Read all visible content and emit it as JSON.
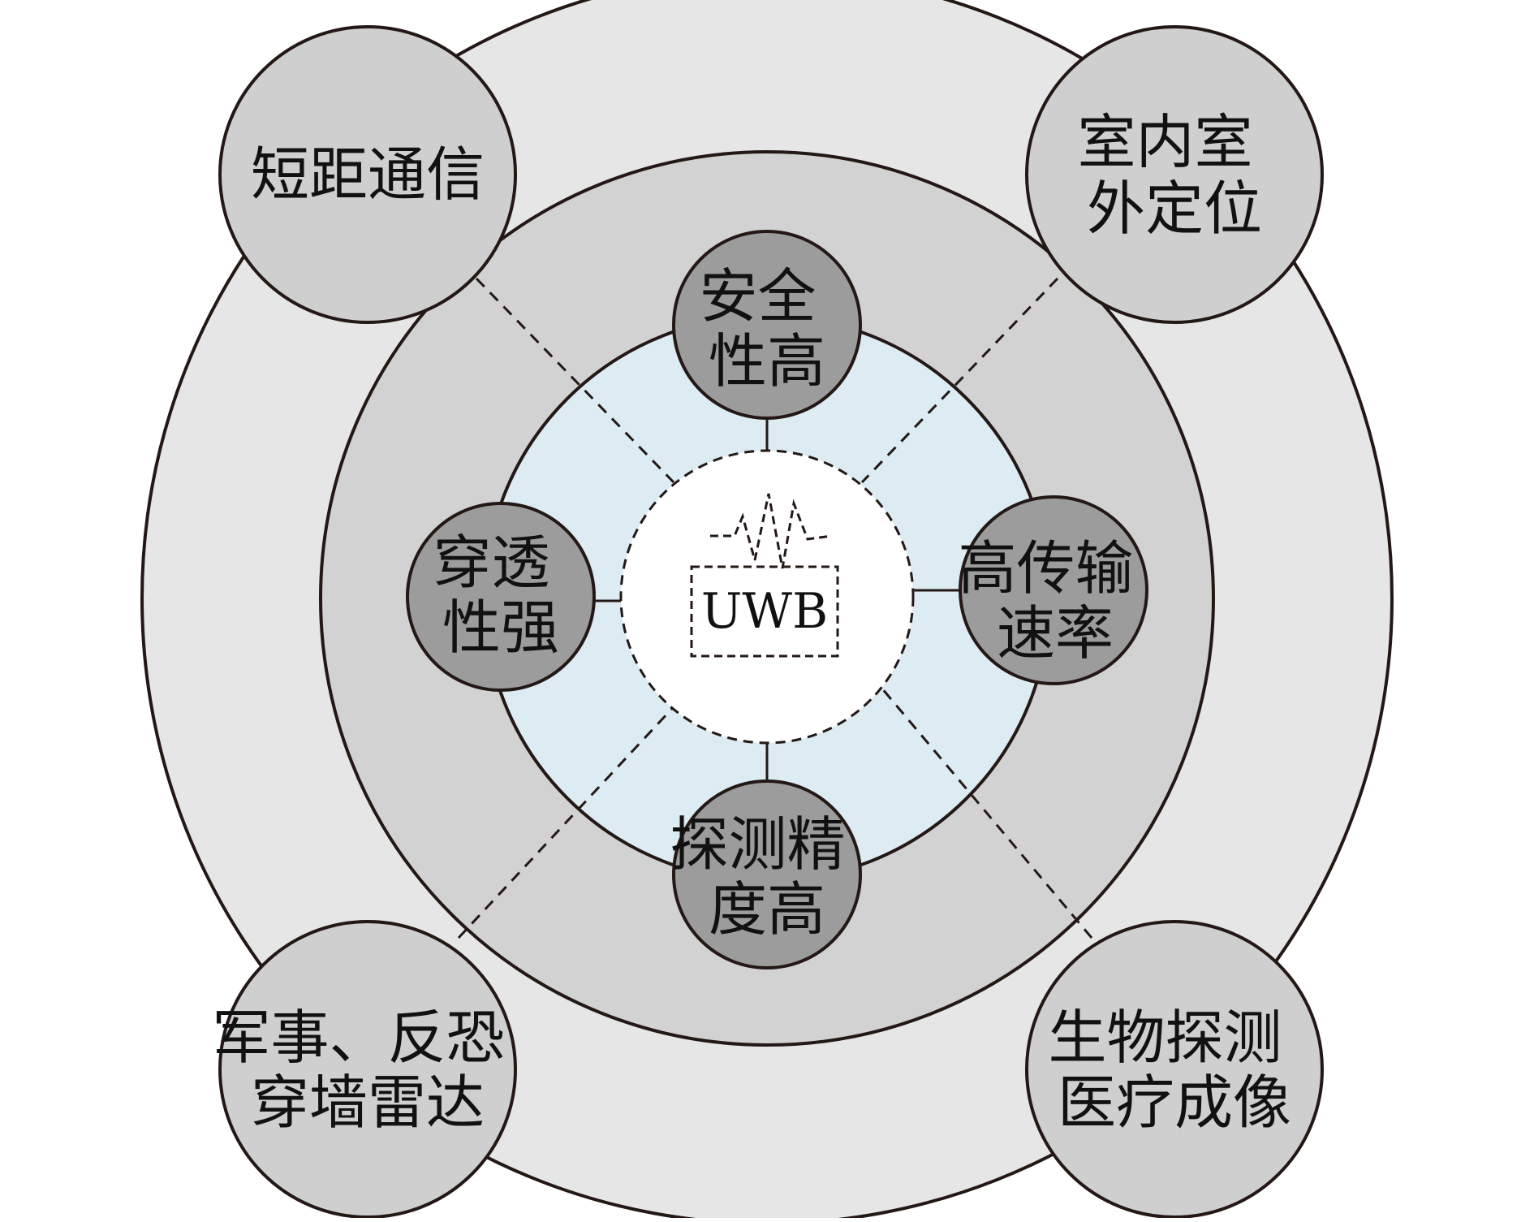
{
  "center": {
    "label": "UWB",
    "icon": "waveform-icon"
  },
  "properties": {
    "top": [
      "安全",
      "性高"
    ],
    "right": [
      "高传输",
      "速率"
    ],
    "bottom": [
      "探测精",
      "度高"
    ],
    "left": [
      "穿透",
      "性强"
    ]
  },
  "applications": {
    "top_left": [
      "短距通信"
    ],
    "top_right": [
      "室内室",
      "外定位"
    ],
    "bottom_left": [
      "军事、反恐",
      "穿墙雷达"
    ],
    "bottom_right": [
      "生物探测",
      "医疗成像"
    ]
  },
  "colors": {
    "outer_ring": "#e6e6e6",
    "middle_ring": "#d2d2d2",
    "inner_ring": "#dcecf2",
    "core": "#ffffff",
    "property_node": "#9c9c9c",
    "application_node": "#cfcfcf",
    "stroke": "#231815"
  }
}
